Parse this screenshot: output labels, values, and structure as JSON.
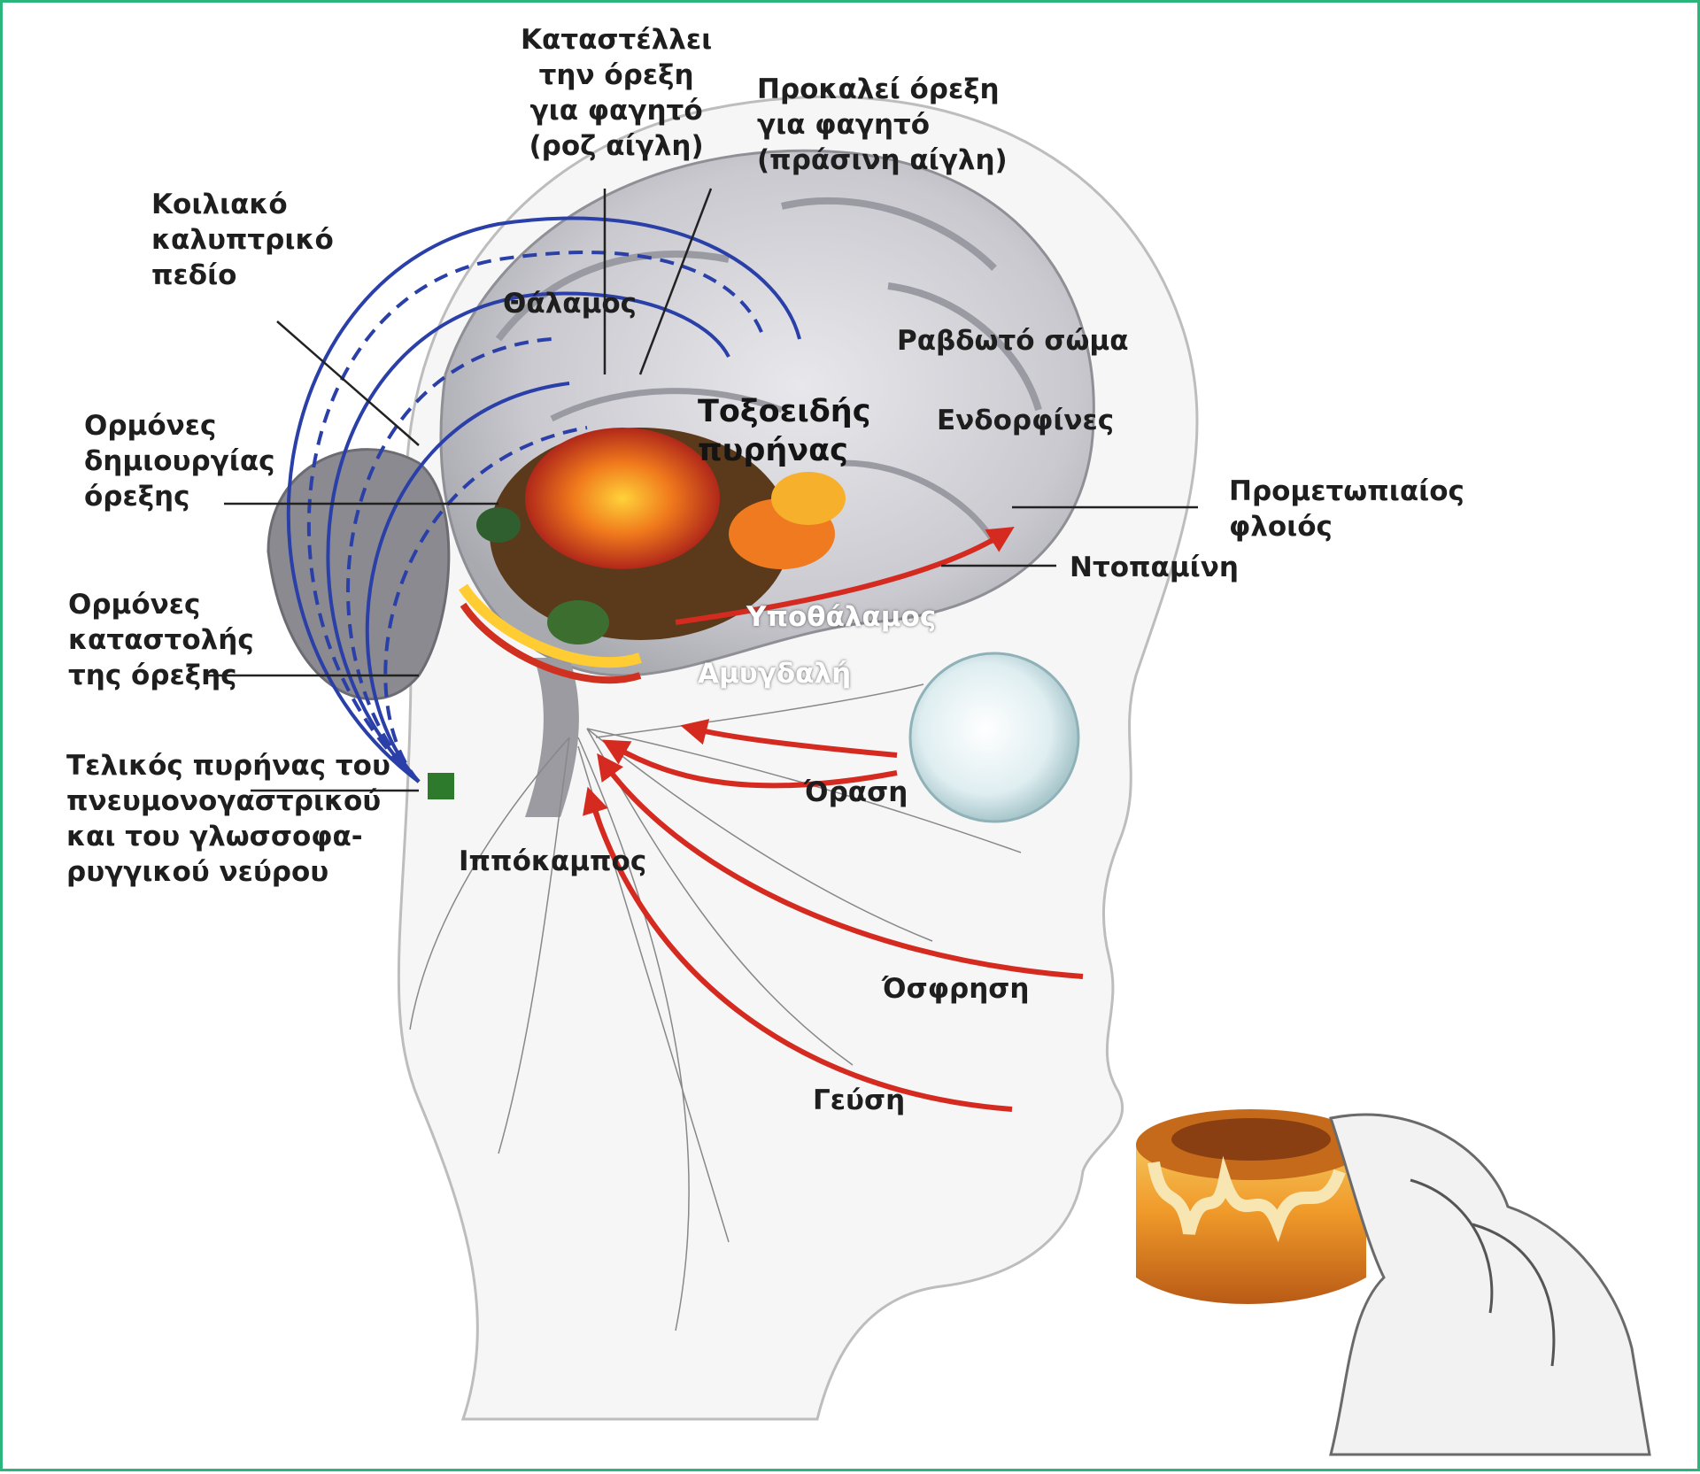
{
  "labels": {
    "suppress_appetite": "Καταστέλλει\nτην όρεξη\nγια φαγητό\n(ροζ αίγλη)",
    "stimulate_appetite": "Προκαλεί όρεξη\nγια φαγητό\n(πράσινη αίγλη)",
    "ventral_tegmental": "Κοιλιακό\nκαλυπτρικό\nπεδίο",
    "thalamus": "Θάλαμος",
    "striatum": "Ραβδωτό σώμα",
    "arcuate_nucleus": "Τοξοειδής\nπυρήνας",
    "endorphins": "Ενδορφίνες",
    "appetite_hormones": "Ορμόνες\nδημιουργίας\nόρεξης",
    "prefrontal_cortex": "Προμετωπιαίος\nφλοιός",
    "dopamine": "Ντοπαμίνη",
    "hypothalamus": "Υποθάλαμος",
    "suppression_hormones": "Ορμόνες\nκαταστολής\nτης όρεξης",
    "amygdala": "Αμυγδαλή",
    "vision": "Όραση",
    "solitary_nucleus": "Τελικός πυρήνας του\nπνευμονογαστρικού\nκαι του γλωσσοφα-\nρυγγικού νεύρου",
    "hippocampus": "Ιππόκαμπος",
    "smell": "Όσφρηση",
    "taste": "Γεύση"
  },
  "colors": {
    "frame": "#2bb57a",
    "suppression_pathway": "#2a3fa8",
    "sensory_pathway": "#d42a20",
    "head_outline": "#bdbdbd"
  }
}
